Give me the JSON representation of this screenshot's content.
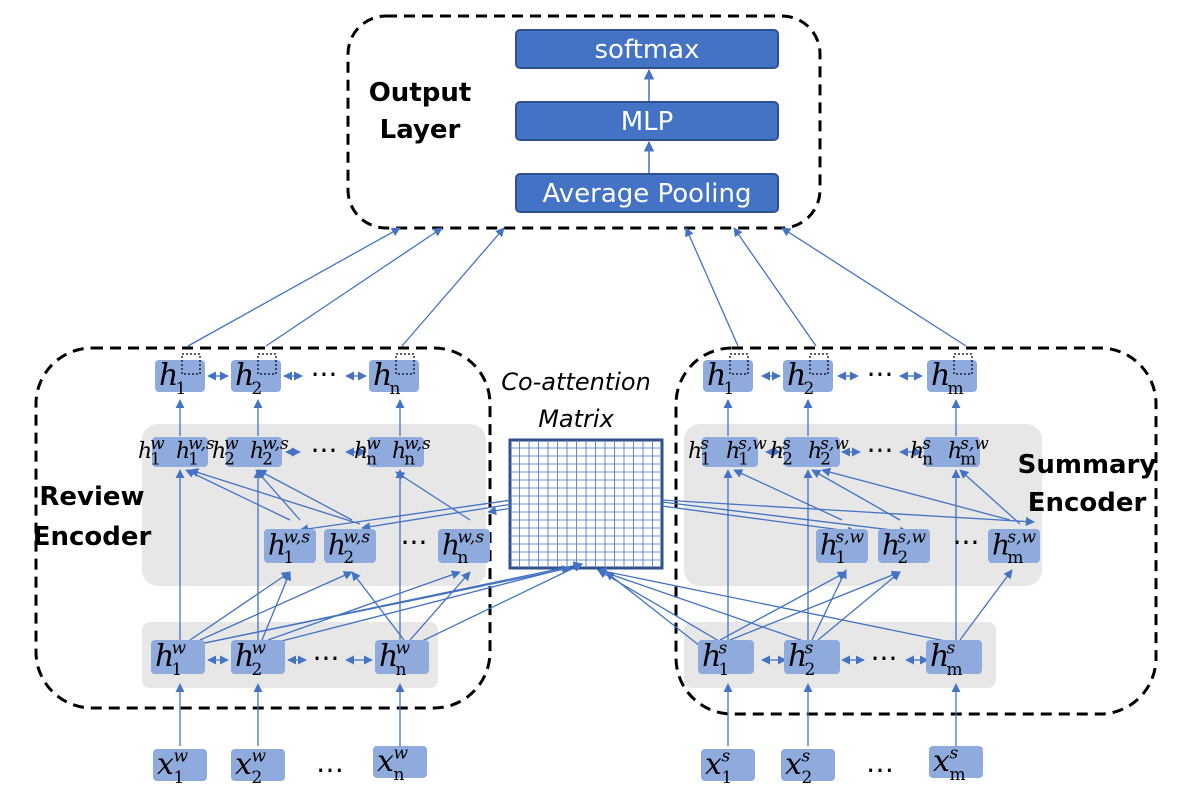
{
  "output_layer": {
    "label_line1": "Output",
    "label_line2": "Layer",
    "softmax": "softmax",
    "mlp": "MLP",
    "pooling": "Average Pooling"
  },
  "coattention": {
    "label_line1": "Co-attention",
    "label_line2": "Matrix"
  },
  "review_encoder": {
    "label_line1": "Review",
    "label_line2": "Encoder"
  },
  "summary_encoder": {
    "label_line1": "Summary",
    "label_line2": "Encoder"
  },
  "ellipsis": "···",
  "ellipsis_short": "…",
  "colors": {
    "node_fill": "#8faadc",
    "box_fill": "#4472c4",
    "arrow": "#4472c4",
    "panel": "#e7e7e7"
  },
  "review": {
    "inputs": [
      {
        "base": "x",
        "sub": "1",
        "sup": "w"
      },
      {
        "base": "x",
        "sub": "2",
        "sup": "w"
      },
      {
        "base": "x",
        "sub": "n",
        "sup": "w"
      }
    ],
    "hidden": [
      {
        "base": "h",
        "sub": "1",
        "sup": "w"
      },
      {
        "base": "h",
        "sub": "2",
        "sup": "w"
      },
      {
        "base": "h",
        "sub": "n",
        "sup": "w"
      }
    ],
    "attn": [
      {
        "base": "h",
        "sub": "1",
        "sup": "w,s"
      },
      {
        "base": "h",
        "sub": "2",
        "sup": "w,s"
      },
      {
        "base": "h",
        "sub": "n",
        "sup": "w,s"
      }
    ],
    "concat": [
      {
        "a_base": "h",
        "a_sub": "1",
        "a_sup": "w",
        "b_base": "h",
        "b_sub": "1",
        "b_sup": "w,s"
      },
      {
        "a_base": "h",
        "a_sub": "2",
        "a_sup": "w",
        "b_base": "h",
        "b_sub": "2",
        "b_sup": "w,s"
      },
      {
        "a_base": "h",
        "a_sub": "n",
        "a_sup": "w",
        "b_base": "h",
        "b_sub": "n",
        "b_sup": "w,s"
      }
    ],
    "top": [
      {
        "base": "h",
        "sub": "1"
      },
      {
        "base": "h",
        "sub": "2"
      },
      {
        "base": "h",
        "sub": "n"
      }
    ]
  },
  "summary": {
    "inputs": [
      {
        "base": "x",
        "sub": "1",
        "sup": "s"
      },
      {
        "base": "x",
        "sub": "2",
        "sup": "s"
      },
      {
        "base": "x",
        "sub": "m",
        "sup": "s"
      }
    ],
    "hidden": [
      {
        "base": "h",
        "sub": "1",
        "sup": "s"
      },
      {
        "base": "h",
        "sub": "2",
        "sup": "s"
      },
      {
        "base": "h",
        "sub": "m",
        "sup": "s"
      }
    ],
    "attn": [
      {
        "base": "h",
        "sub": "1",
        "sup": "s,w"
      },
      {
        "base": "h",
        "sub": "2",
        "sup": "s,w"
      },
      {
        "base": "h",
        "sub": "m",
        "sup": "s,w"
      }
    ],
    "concat": [
      {
        "a_base": "h",
        "a_sub": "1",
        "a_sup": "s",
        "b_base": "h",
        "b_sub": "1",
        "b_sup": "s,w"
      },
      {
        "a_base": "h",
        "a_sub": "2",
        "a_sup": "s",
        "b_base": "h",
        "b_sub": "2",
        "b_sup": "s,w"
      },
      {
        "a_base": "h",
        "a_sub": "n",
        "a_sup": "s",
        "b_base": "h",
        "b_sub": "m",
        "b_sup": "s,w"
      }
    ],
    "top": [
      {
        "base": "h",
        "sub": "1"
      },
      {
        "base": "h",
        "sub": "2"
      },
      {
        "base": "h",
        "sub": "m"
      }
    ]
  }
}
